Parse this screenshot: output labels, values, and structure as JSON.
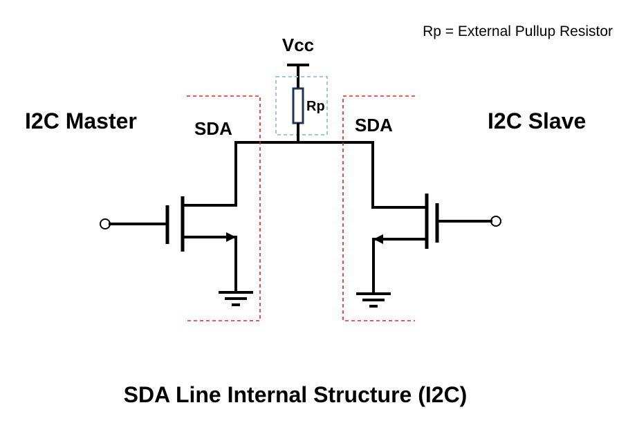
{
  "diagram": {
    "legend": "Rp = External Pullup Resistor",
    "supply_label": "Vcc",
    "resistor_label": "Rp",
    "master_title": "I2C Master",
    "slave_title": "I2C Slave",
    "master_pin": "SDA",
    "slave_pin": "SDA",
    "caption": "SDA Line Internal Structure (I2C)"
  },
  "colors": {
    "boundary": "#e8201f",
    "resistor_box": "#9ec3e6",
    "resistor_outline": "#1f3552"
  }
}
